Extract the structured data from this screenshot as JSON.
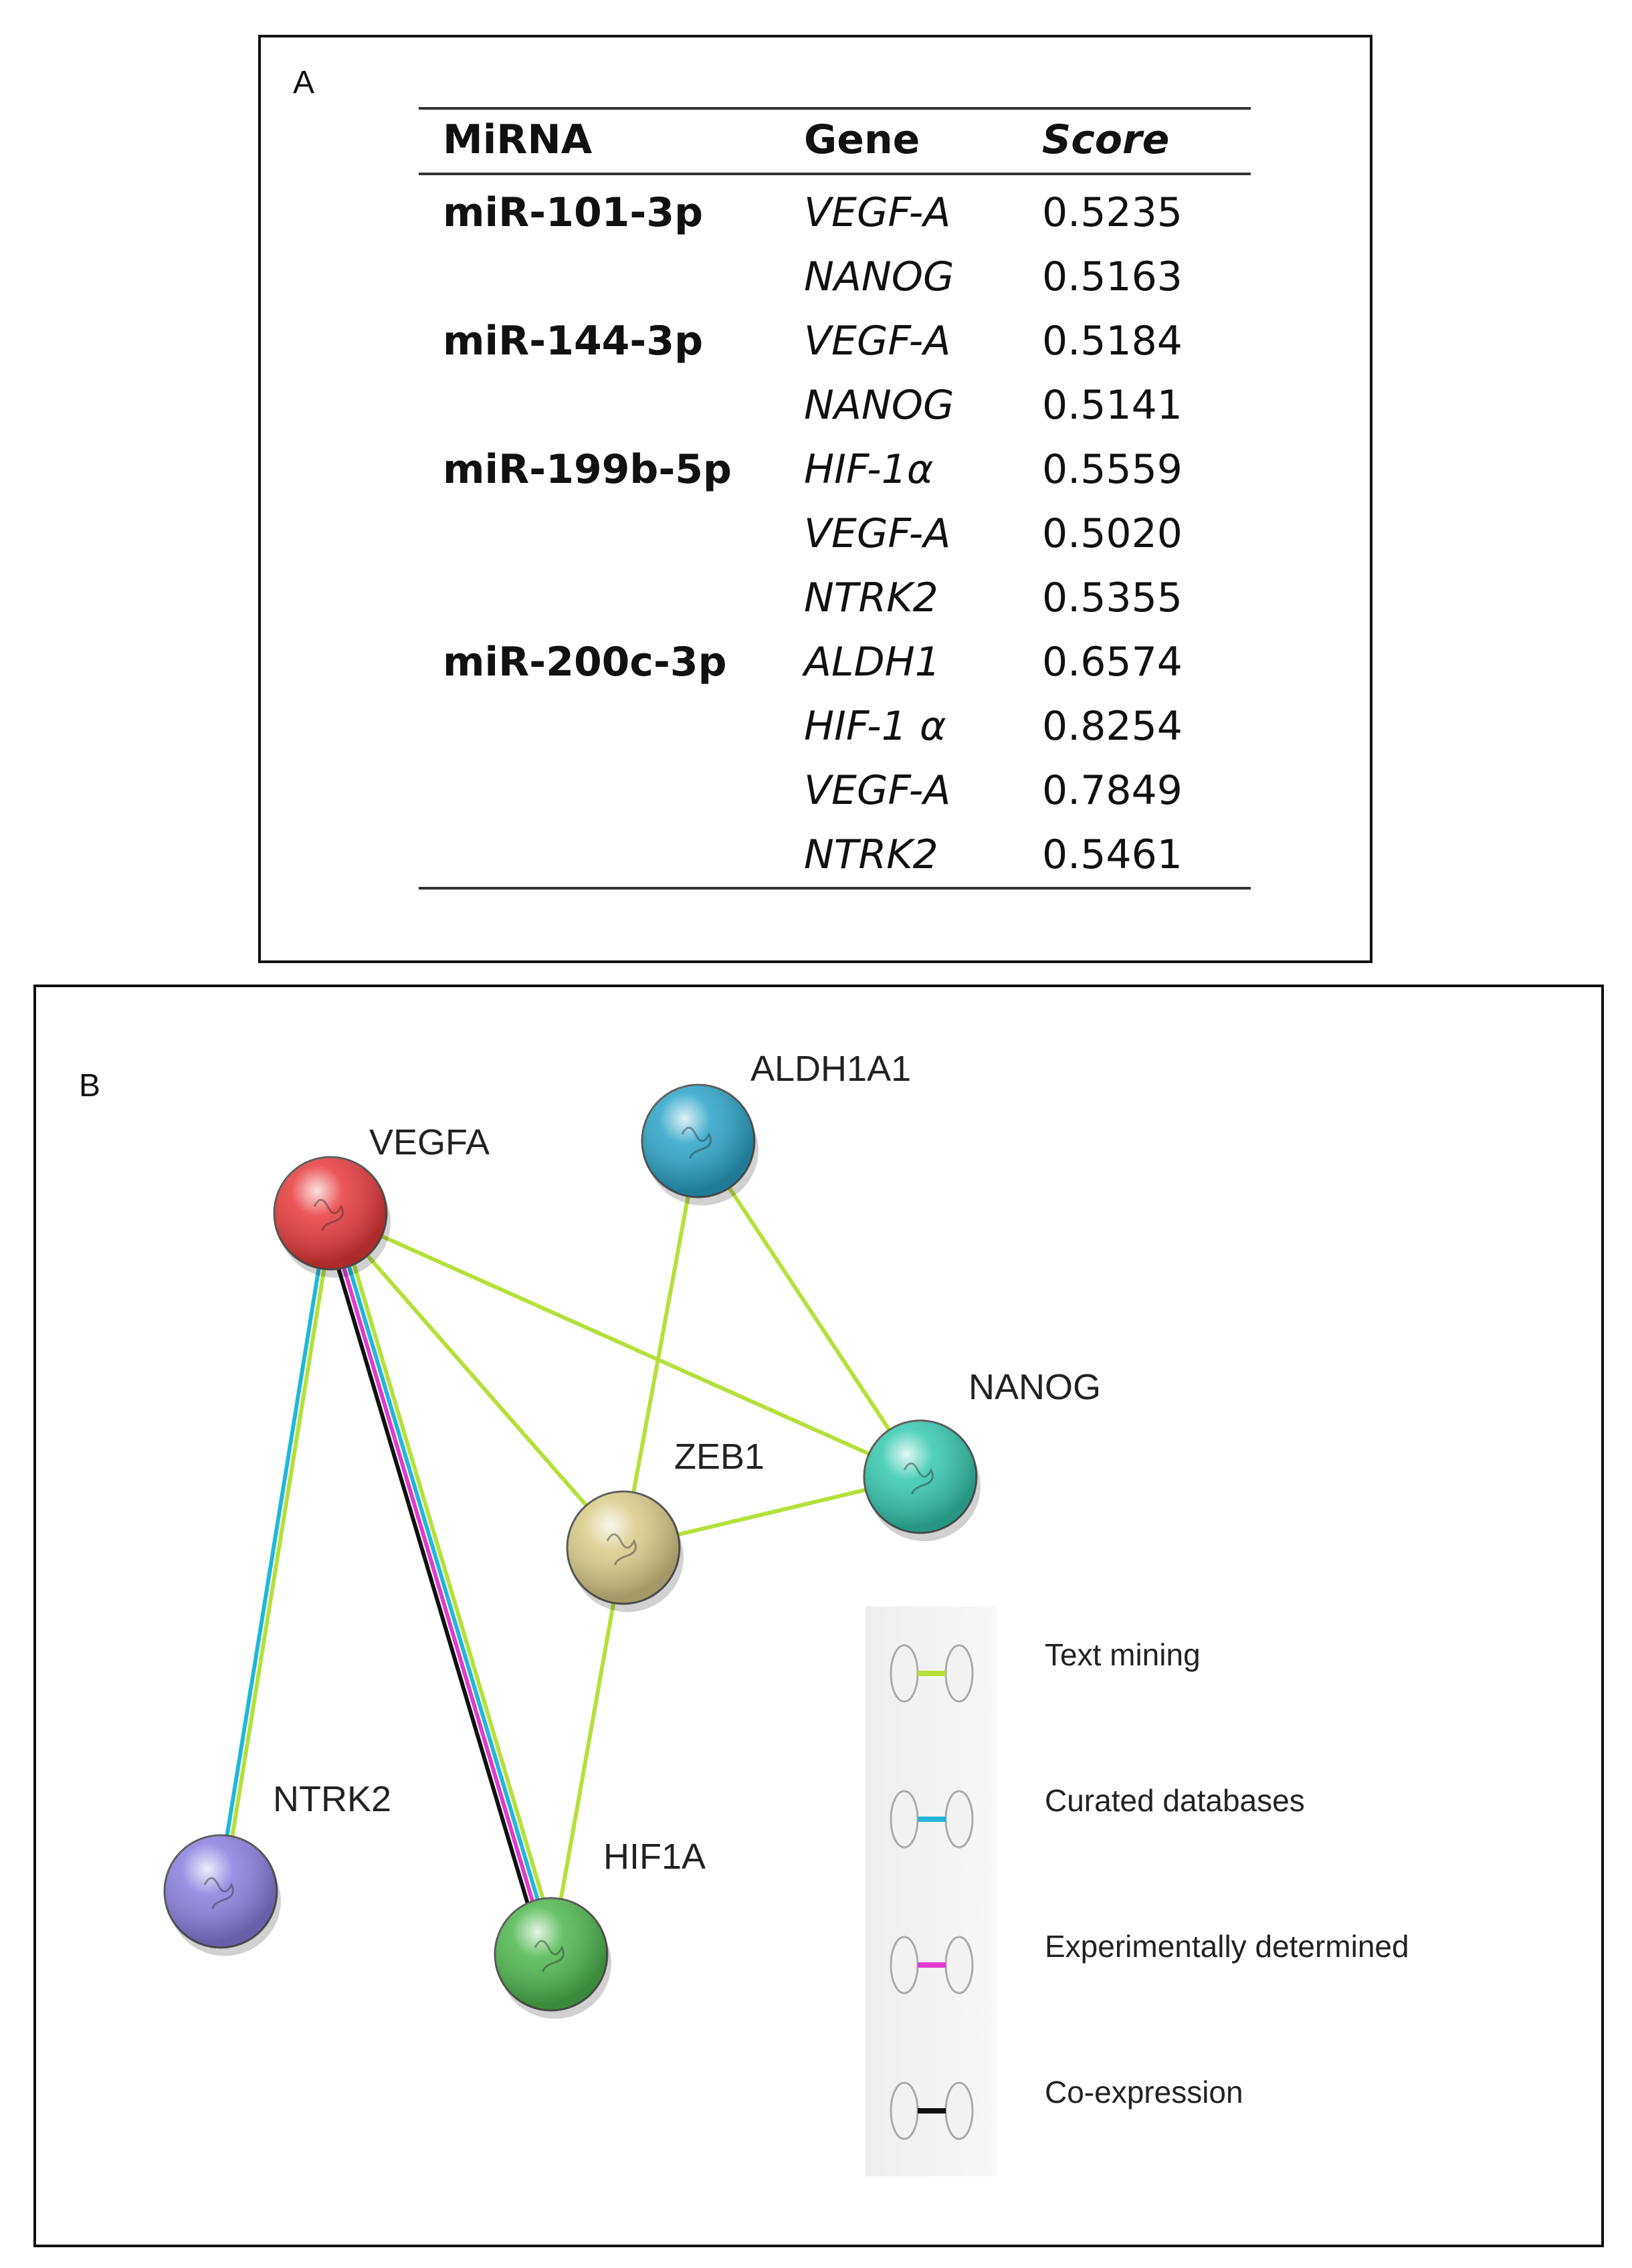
{
  "panel_a": {
    "label": "A",
    "headers": {
      "mirna": "MiRNA",
      "gene": "Gene",
      "score": "Score"
    },
    "rows": [
      {
        "mirna": "miR-101-3p",
        "gene": "VEGF-A",
        "score": "0.5235"
      },
      {
        "mirna": "",
        "gene": "NANOG",
        "score": "0.5163"
      },
      {
        "mirna": "miR-144-3p",
        "gene": "VEGF-A",
        "score": "0.5184"
      },
      {
        "mirna": "",
        "gene": "NANOG",
        "score": "0.5141"
      },
      {
        "mirna": "miR-199b-5p",
        "gene": "HIF-1α",
        "score": "0.5559"
      },
      {
        "mirna": "",
        "gene": "VEGF-A",
        "score": "0.5020"
      },
      {
        "mirna": "",
        "gene": "NTRK2",
        "score": "0.5355"
      },
      {
        "mirna": "miR-200c-3p",
        "gene": "ALDH1",
        "score": "0.6574"
      },
      {
        "mirna": "",
        "gene": "HIF-1 α",
        "score": "0.8254"
      },
      {
        "mirna": "",
        "gene": "VEGF-A",
        "score": "0.7849"
      },
      {
        "mirna": "",
        "gene": "NTRK2",
        "score": "0.5461"
      }
    ]
  },
  "panel_b": {
    "label": "B",
    "nodes": [
      {
        "id": "VEGFA",
        "label": "VEGFA",
        "color": "#e8393a"
      },
      {
        "id": "ALDH1A1",
        "label": "ALDH1A1",
        "color": "#2aa4c8"
      },
      {
        "id": "NANOG",
        "label": "NANOG",
        "color": "#33c9ad"
      },
      {
        "id": "ZEB1",
        "label": "ZEB1",
        "color": "#d9cc88"
      },
      {
        "id": "NTRK2",
        "label": "NTRK2",
        "color": "#8b7fe0"
      },
      {
        "id": "HIF1A",
        "label": "HIF1A",
        "color": "#4eb84e"
      }
    ],
    "edges": [
      {
        "source": "VEGFA",
        "target": "NANOG",
        "types": [
          "text_mining"
        ]
      },
      {
        "source": "VEGFA",
        "target": "ZEB1",
        "types": [
          "text_mining"
        ]
      },
      {
        "source": "VEGFA",
        "target": "NTRK2",
        "types": [
          "text_mining",
          "curated_databases"
        ]
      },
      {
        "source": "VEGFA",
        "target": "HIF1A",
        "types": [
          "text_mining",
          "curated_databases",
          "experimentally_determined",
          "co_expression"
        ]
      },
      {
        "source": "ALDH1A1",
        "target": "NANOG",
        "types": [
          "text_mining"
        ]
      },
      {
        "source": "ALDH1A1",
        "target": "ZEB1",
        "types": [
          "text_mining"
        ]
      },
      {
        "source": "ZEB1",
        "target": "NANOG",
        "types": [
          "text_mining"
        ]
      },
      {
        "source": "ZEB1",
        "target": "HIF1A",
        "types": [
          "text_mining"
        ]
      }
    ],
    "legend": [
      {
        "key": "text_mining",
        "label": "Text mining",
        "color": "#b5e03a"
      },
      {
        "key": "curated_databases",
        "label": "Curated databases",
        "color": "#20b8d8"
      },
      {
        "key": "experimentally_determined",
        "label": "Experimentally determined",
        "color": "#e03ad0"
      },
      {
        "key": "co_expression",
        "label": "Co-expression",
        "color": "#111111"
      }
    ]
  }
}
